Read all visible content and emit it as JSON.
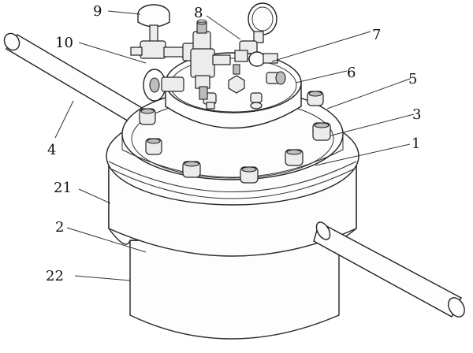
{
  "labels": {
    "l9": "9",
    "l8": "8",
    "l10": "10",
    "l7": "7",
    "l6": "6",
    "l5": "5",
    "l4": "4",
    "l3": "3",
    "l1": "1",
    "l21": "21",
    "l2": "2",
    "l22": "22"
  }
}
